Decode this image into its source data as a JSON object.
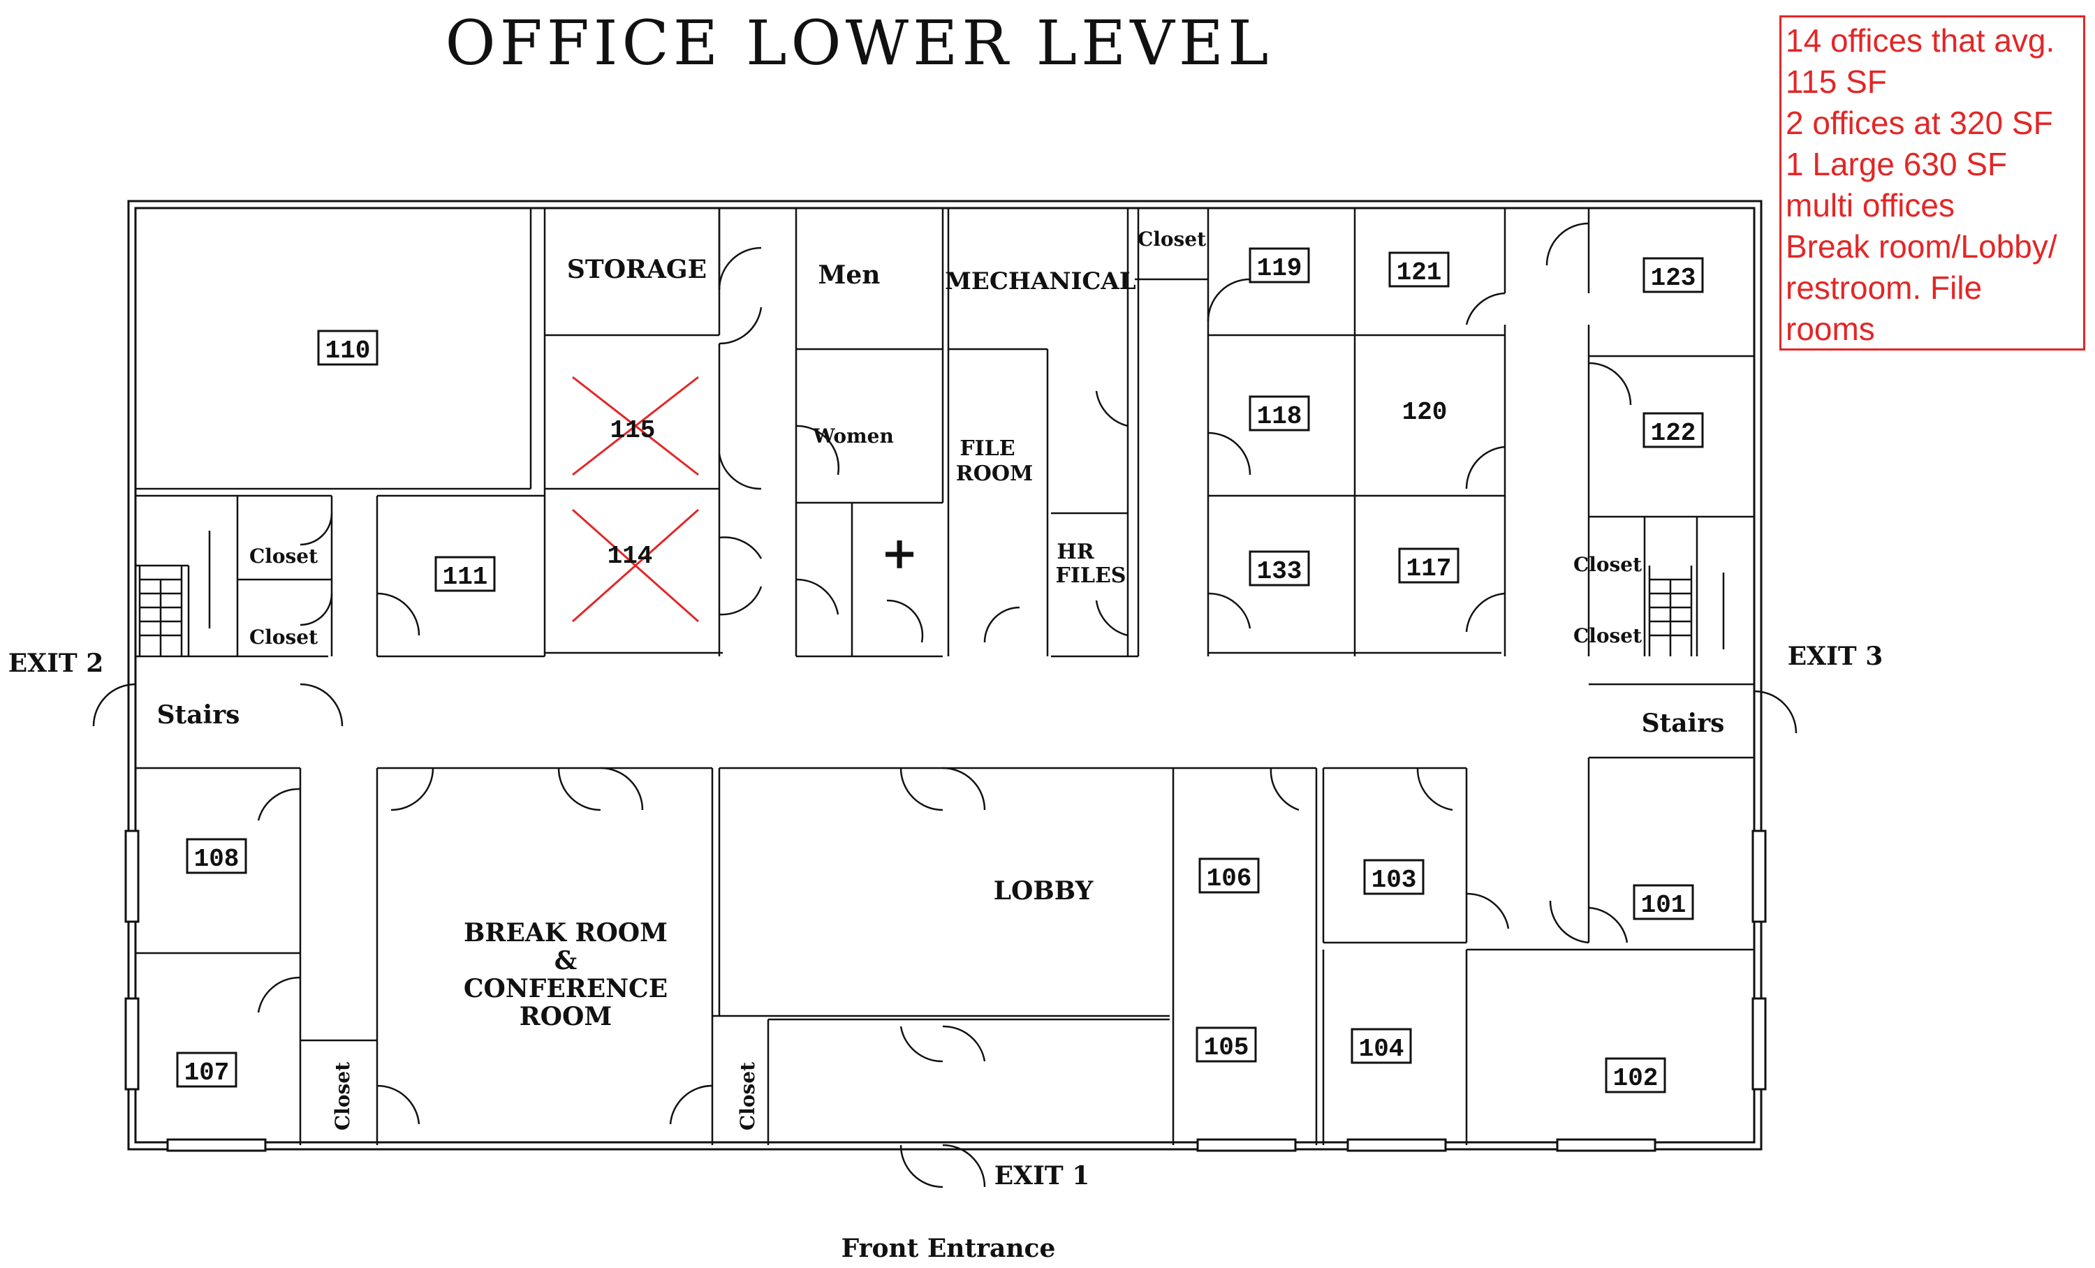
{
  "title": "OFFICE LOWER LEVEL",
  "note": {
    "lines": [
      "14 offices that avg.",
      "115 SF",
      "2 offices at 320 SF",
      "1 Large 630 SF",
      "multi offices",
      "Break room/Lobby/",
      "restroom.  File",
      "rooms"
    ],
    "color": "#e32626"
  },
  "rooms": {
    "r110": "110",
    "r111": "111",
    "r114": "114",
    "r115": "115",
    "r108": "108",
    "r107": "107",
    "r106": "106",
    "r105": "105",
    "r103": "103",
    "r104": "104",
    "r101": "101",
    "r102": "102",
    "r119": "119",
    "r121": "121",
    "r123": "123",
    "r118": "118",
    "r120": "120",
    "r122": "122",
    "r133": "133",
    "r117": "117"
  },
  "labels": {
    "storage": "STORAGE",
    "men": "Men",
    "women": "Women",
    "mechanical": "MECHANICAL",
    "file_room": [
      "FILE",
      "ROOM"
    ],
    "hr_files": [
      "HR",
      "FILES"
    ],
    "closet": "Closet",
    "stairs": "Stairs",
    "lobby": "LOBBY",
    "break_room": [
      "BREAK ROOM",
      "&",
      "CONFERENCE",
      "ROOM"
    ],
    "first_aid": "+",
    "exit1": "EXIT 1",
    "exit2": "EXIT 2",
    "exit3": "EXIT 3",
    "front_entrance": "Front Entrance"
  },
  "crossed_out_rooms": [
    "114",
    "115"
  ]
}
